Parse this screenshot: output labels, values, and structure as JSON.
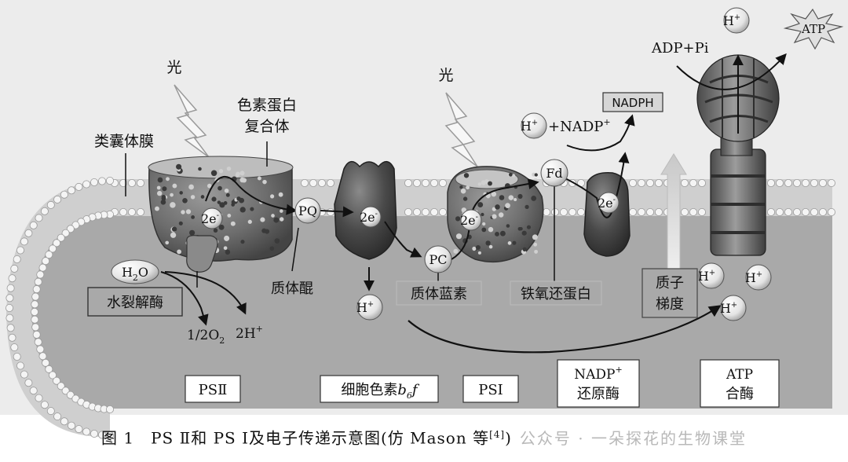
{
  "labels": {
    "light_left": "光",
    "light_right": "光",
    "pigment_protein_l1": "色素蛋白",
    "pigment_protein_l2": "复合体",
    "thylakoid_membrane": "类囊体膜",
    "water_splitting_enzyme": "水裂解酶",
    "plastoquinone": "质体醌",
    "plastocyanin": "质体蓝素",
    "ferredoxin_label": "铁氧还蛋白",
    "proton_gradient_l1": "质子",
    "proton_gradient_l2": "梯度",
    "ps2": "PSⅡ",
    "cytochrome_prefix": "细胞色素",
    "cytochrome_b": "b",
    "cytochrome_sub": "6",
    "cytochrome_f": "f",
    "ps1": "PSⅠ",
    "nadp_reductase_l1": "NADP",
    "nadp_reductase_sup": "+",
    "nadp_reductase_l2": "还原酶",
    "atp_synthase_l1": "ATP",
    "atp_synthase_l2": "合酶"
  },
  "molecules": {
    "h2o_h": "H",
    "h2o_sub": "2",
    "h2o_o": "O",
    "pq": "PQ",
    "pc": "PC",
    "fd": "Fd",
    "electron_2e": "2e",
    "electron_sup": "-",
    "o2_text": "1/2O",
    "o2_sub": "2",
    "h_plus_2": "2H",
    "h": "H",
    "plus": "+",
    "nadp_plus_prefix": "+NADP",
    "nadph": "NADPH",
    "adp_pi": "ADP+Pi",
    "atp": "ATP"
  },
  "caption": {
    "text": "图 1　PS Ⅱ和 PS Ⅰ及电子传递示意图(仿 Mason 等",
    "ref": "[4]",
    "tail": ")",
    "watermark": "公众号 · 一朵探花的生物课堂"
  },
  "colors": {
    "stroma": "#e9e9e9",
    "lumen": "#a9a9a9",
    "membrane": "#cfcfcf",
    "lipid_head": "#f4f4f4",
    "complex_dark": "#4a4a4a",
    "complex_mid": "#7a7a7a",
    "gradient_arrow": "#d0d0d0"
  }
}
